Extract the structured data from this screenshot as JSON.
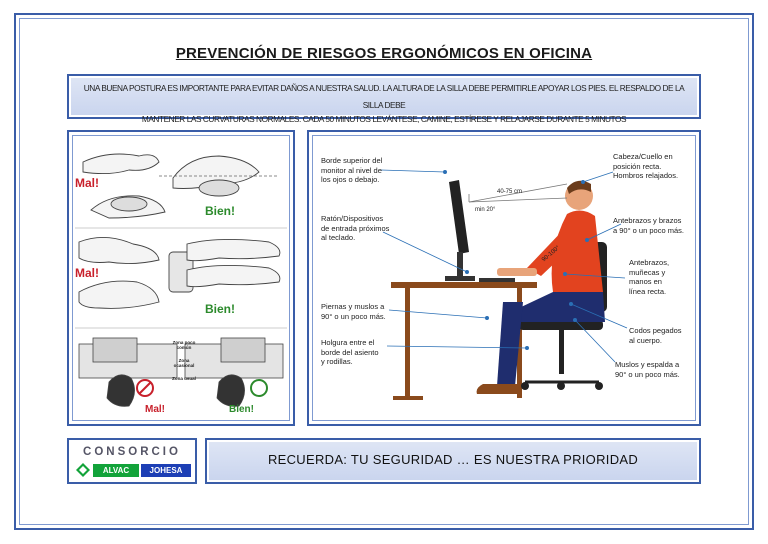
{
  "title": "PREVENCIÓN DE RIESGOS ERGONÓMICOS EN OFICINA",
  "intro": {
    "line1": "UNA BUENA POSTURA ES IMPORTANTE PARA EVITAR DAÑOS A NUESTRA SALUD. LA ALTURA DE LA SILLA DEBE PERMITIRLE APOYAR LOS PIES. EL RESPALDO DE LA SILLA DEBE",
    "line2": "MANTENER LAS CURVATURAS NORMALES. CADA 50 MINUTOS LEVÁNTESE, CAMINE, ESTÍRESE Y RELAJARSE DURANTE 5 MINUTOS"
  },
  "left_panel": {
    "mal": "Mal!",
    "bien": "Bien!",
    "zona_poco": "Zona poco común",
    "zona_ocasional": "Zona ocasional",
    "zona_usual": "Zona usual"
  },
  "right_panel": {
    "label_monitor": [
      "Borde superior del",
      "monitor al nivel de",
      "los ojos o debajo."
    ],
    "label_raton": [
      "Ratón/Dispositivos",
      "de entrada próximos",
      "al teclado."
    ],
    "label_piernas": [
      "Piernas y muslos a",
      "90° o un poco más."
    ],
    "label_holgura": [
      "Holgura entre el",
      "borde del asiento",
      "y rodillas."
    ],
    "label_cabeza": [
      "Cabeza/Cuello en",
      "posición recta.",
      "Hombros relajados."
    ],
    "label_antebrazos": [
      "Antebrazos y brazos",
      "a 90° o un poco más."
    ],
    "label_munecas": [
      "Antebrazos,",
      "muñecas y",
      "manos en",
      "línea recta."
    ],
    "label_codos": [
      "Codos pegados",
      "al cuerpo."
    ],
    "label_muslos": [
      "Muslos y espalda a",
      "90° o un poco más."
    ],
    "distance": "40-75 cm",
    "angle_min": "min 20°",
    "angle_90": "90-100°"
  },
  "logo": {
    "top": "CONSORCIO",
    "alvac": "ALVAC",
    "johesa": "JOHESA"
  },
  "footer": "RECUERDA: TU SEGURIDAD … ES NUESTRA PRIORIDAD",
  "colors": {
    "frame": "#3a5da8",
    "band": "#c9d4ee",
    "mal": "#c8202b",
    "bien": "#2c8a2c",
    "shirt": "#e2431f",
    "pants": "#1f2d6e",
    "desk": "#8a4a1c",
    "alvac": "#12a33a",
    "johesa": "#1d3fb5"
  }
}
